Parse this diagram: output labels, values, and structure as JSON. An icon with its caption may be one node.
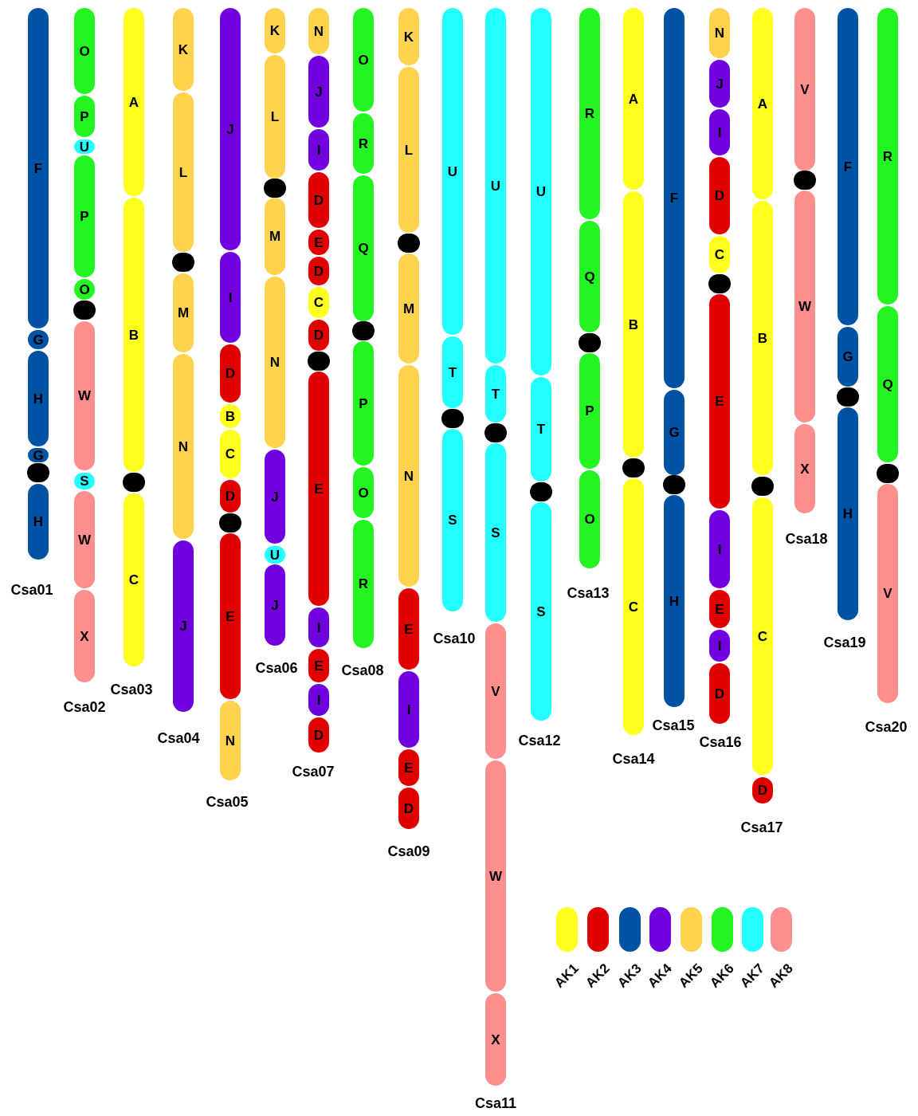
{
  "diagram": {
    "nodes": [
      {
        "text": [
          "Csa01"
        ]
      },
      {
        "text": [
          "F"
        ],
        "in": 0
      },
      {
        "text": [
          "G"
        ],
        "in": 0
      },
      {
        "text": [
          "H"
        ],
        "in": 0
      },
      {
        "text": [
          "G"
        ],
        "in": 0
      },
      {
        "text": [],
        "shape": "circle",
        "in": 0
      },
      {
        "text": [
          "H"
        ],
        "in": 0
      },
      {
        "text": [
          "Csa02"
        ]
      },
      {
        "text": [
          "O"
        ],
        "in": 7
      },
      {
        "text": [
          "P"
        ],
        "in": 7
      },
      {
        "text": [
          "U"
        ],
        "in": 7
      },
      {
        "text": [
          "P"
        ],
        "in": 7
      },
      {
        "text": [
          "O"
        ],
        "in": 7
      },
      {
        "text": [],
        "shape": "circle",
        "in": 7
      },
      {
        "text": [
          "W"
        ],
        "in": 7
      },
      {
        "text": [
          "S"
        ],
        "in": 7
      },
      {
        "text": [
          "W"
        ],
        "in": 7
      },
      {
        "text": [
          "X"
        ],
        "in": 7
      },
      {
        "text": [
          "Csa03"
        ]
      },
      {
        "text": [
          "A"
        ],
        "in": 18
      },
      {
        "text": [
          "B"
        ],
        "in": 18
      },
      {
        "text": [],
        "shape": "circle",
        "in": 18
      },
      {
        "text": [
          "C"
        ],
        "in": 18
      },
      {
        "text": [
          "Csa04"
        ]
      },
      {
        "text": [
          "K"
        ],
        "in": 23
      },
      {
        "text": [
          "L"
        ],
        "in": 23
      },
      {
        "text": [],
        "shape": "circle",
        "in": 23
      },
      {
        "text": [
          "M"
        ],
        "in": 23
      },
      {
        "text": [
          "N"
        ],
        "in": 23
      },
      {
        "text": [
          "J"
        ],
        "in": 23
      },
      {
        "text": [
          "Csa05"
        ]
      },
      {
        "text": [
          "J"
        ],
        "in": 30
      },
      {
        "text": [
          "I"
        ],
        "in": 30
      },
      {
        "text": [
          "D"
        ],
        "in": 30
      },
      {
        "text": [
          "B"
        ],
        "in": 30
      },
      {
        "text": [
          "C"
        ],
        "in": 30
      },
      {
        "text": [
          "D"
        ],
        "in": 30
      },
      {
        "text": [],
        "shape": "circle",
        "in": 30
      },
      {
        "text": [
          "E"
        ],
        "in": 30
      },
      {
        "text": [
          "N"
        ],
        "in": 30
      },
      {
        "text": [
          "Csa06"
        ]
      },
      {
        "text": [
          "K"
        ],
        "in": 40
      },
      {
        "text": [
          "L"
        ],
        "in": 40
      },
      {
        "text": [],
        "shape": "circle",
        "in": 40
      },
      {
        "text": [
          "M"
        ],
        "in": 40
      },
      {
        "text": [
          "N"
        ],
        "in": 40
      },
      {
        "text": [
          "J"
        ],
        "in": 40
      },
      {
        "text": [
          "U"
        ],
        "in": 40
      },
      {
        "text": [
          "J"
        ],
        "in": 40
      },
      {
        "text": [
          "Csa07"
        ]
      },
      {
        "text": [
          "N"
        ],
        "in": 49
      },
      {
        "text": [
          "J"
        ],
        "in": 49
      },
      {
        "text": [
          "I"
        ],
        "in": 49
      },
      {
        "text": [
          "D"
        ],
        "in": 49
      },
      {
        "text": [
          "E"
        ],
        "in": 49
      },
      {
        "text": [
          "D"
        ],
        "in": 49
      },
      {
        "text": [
          "C"
        ],
        "in": 49
      },
      {
        "text": [
          "D"
        ],
        "in": 49
      },
      {
        "text": [],
        "shape": "circle",
        "in": 49
      },
      {
        "text": [
          "E"
        ],
        "in": 49
      },
      {
        "text": [
          "I"
        ],
        "in": 49
      },
      {
        "text": [
          "E"
        ],
        "in": 49
      },
      {
        "text": [
          "I"
        ],
        "in": 49
      },
      {
        "text": [
          "D"
        ],
        "in": 49
      },
      {
        "text": [
          "Csa08"
        ]
      },
      {
        "text": [
          "O"
        ],
        "in": 64
      },
      {
        "text": [
          "R"
        ],
        "in": 64
      },
      {
        "text": [
          "Q"
        ],
        "in": 64
      },
      {
        "text": [],
        "shape": "circle",
        "in": 64
      },
      {
        "text": [
          "P"
        ],
        "in": 64
      },
      {
        "text": [
          "O"
        ],
        "in": 64
      },
      {
        "text": [
          "R"
        ],
        "in": 64
      },
      {
        "text": [
          "Csa09"
        ]
      },
      {
        "text": [
          "K"
        ],
        "in": 72
      },
      {
        "text": [
          "L"
        ],
        "in": 72
      },
      {
        "text": [],
        "shape": "circle",
        "in": 72
      },
      {
        "text": [
          "M"
        ],
        "in": 72
      },
      {
        "text": [
          "N"
        ],
        "in": 72
      },
      {
        "text": [
          "E"
        ],
        "in": 72
      },
      {
        "text": [
          "I"
        ],
        "in": 72
      },
      {
        "text": [
          "E"
        ],
        "in": 72
      },
      {
        "text": [
          "D"
        ],
        "in": 72
      },
      {
        "text": [
          "Csa10"
        ]
      },
      {
        "text": [
          "U"
        ],
        "in": 82
      },
      {
        "text": [
          "T"
        ],
        "in": 82
      },
      {
        "text": [],
        "shape": "circle",
        "in": 82
      },
      {
        "text": [
          "S"
        ],
        "in": 82
      },
      {
        "text": [
          "Csa11"
        ]
      },
      {
        "text": [
          "U"
        ],
        "in": 87
      },
      {
        "text": [
          "T"
        ],
        "in": 87
      },
      {
        "text": [],
        "shape": "circle",
        "in": 87
      },
      {
        "text": [
          "S"
        ],
        "in": 87
      },
      {
        "text": [
          "V"
        ],
        "in": 87
      },
      {
        "text": [
          "W"
        ],
        "in": 87
      },
      {
        "text": [
          "X"
        ],
        "in": 87
      },
      {
        "text": [
          "Csa12"
        ]
      },
      {
        "text": [
          "U"
        ],
        "in": 95
      },
      {
        "text": [
          "T"
        ],
        "in": 95
      },
      {
        "text": [],
        "shape": "circle",
        "in": 95
      },
      {
        "text": [
          "S"
        ],
        "in": 95
      },
      {
        "text": [
          "Csa13"
        ]
      },
      {
        "text": [
          "R"
        ],
        "in": 100
      },
      {
        "text": [
          "Q"
        ],
        "in": 100
      },
      {
        "text": [],
        "shape": "circle",
        "in": 100
      },
      {
        "text": [
          "P"
        ],
        "in": 100
      },
      {
        "text": [
          "O"
        ],
        "in": 100
      },
      {
        "text": [
          "Csa14"
        ]
      },
      {
        "text": [
          "A"
        ],
        "in": 106
      },
      {
        "text": [
          "B"
        ],
        "in": 106
      },
      {
        "text": [],
        "shape": "circle",
        "in": 106
      },
      {
        "text": [
          "C"
        ],
        "in": 106
      },
      {
        "text": [
          "Csa15"
        ]
      },
      {
        "text": [
          "F"
        ],
        "in": 111
      },
      {
        "text": [
          "G"
        ],
        "in": 111
      },
      {
        "text": [],
        "shape": "circle",
        "in": 111
      },
      {
        "text": [
          "H"
        ],
        "in": 111
      },
      {
        "text": [
          "Csa16"
        ]
      },
      {
        "text": [
          "N"
        ],
        "in": 116
      },
      {
        "text": [
          "J"
        ],
        "in": 116
      },
      {
        "text": [
          "I"
        ],
        "in": 116
      },
      {
        "text": [
          "D"
        ],
        "in": 116
      },
      {
        "text": [
          "C"
        ],
        "in": 116
      },
      {
        "text": [],
        "shape": "circle",
        "in": 116
      },
      {
        "text": [
          "E"
        ],
        "in": 116
      },
      {
        "text": [
          "I"
        ],
        "in": 116
      },
      {
        "text": [
          "E"
        ],
        "in": 116
      },
      {
        "text": [
          "I"
        ],
        "in": 116
      },
      {
        "text": [
          "D"
        ],
        "in": 116
      },
      {
        "text": [
          "Csa17"
        ]
      },
      {
        "text": [
          "A"
        ],
        "in": 128
      },
      {
        "text": [
          "B"
        ],
        "in": 128
      },
      {
        "text": [],
        "shape": "circle",
        "in": 128
      },
      {
        "text": [
          "C"
        ],
        "in": 128
      },
      {
        "text": [
          "D"
        ],
        "in": 128
      },
      {
        "text": [
          "Csa18"
        ]
      },
      {
        "text": [
          "V"
        ],
        "in": 134
      },
      {
        "text": [],
        "shape": "circle",
        "in": 134
      },
      {
        "text": [
          "W"
        ],
        "in": 134
      },
      {
        "text": [
          "X"
        ],
        "in": 134
      },
      {
        "text": [
          "Csa19"
        ]
      },
      {
        "text": [
          "F"
        ],
        "in": 139
      },
      {
        "text": [
          "G"
        ],
        "in": 139
      },
      {
        "text": [],
        "shape": "circle",
        "in": 139
      },
      {
        "text": [
          "H"
        ],
        "in": 139
      },
      {
        "text": [
          "Csa20"
        ]
      },
      {
        "text": [
          "R"
        ],
        "in": 144
      },
      {
        "text": [
          "Q"
        ],
        "in": 144
      },
      {
        "text": [],
        "shape": "circle",
        "in": 144
      },
      {
        "text": [
          "V"
        ],
        "in": 144
      }
    ],
    "legend": [
      {
        "text": "AK1",
        "color": "#ffff1e"
      },
      {
        "text": "AK2",
        "color": "#e00000"
      },
      {
        "text": "AK3",
        "color": "#0052a5"
      },
      {
        "text": "AK4",
        "color": "#7000dd"
      },
      {
        "text": "AK5",
        "color": "#ffd34e"
      },
      {
        "text": "AK6",
        "color": "#22f522"
      },
      {
        "text": "AK7",
        "color": "#22ffff"
      },
      {
        "text": "AK8",
        "color": "#ff8f8f"
      }
    ]
  }
}
